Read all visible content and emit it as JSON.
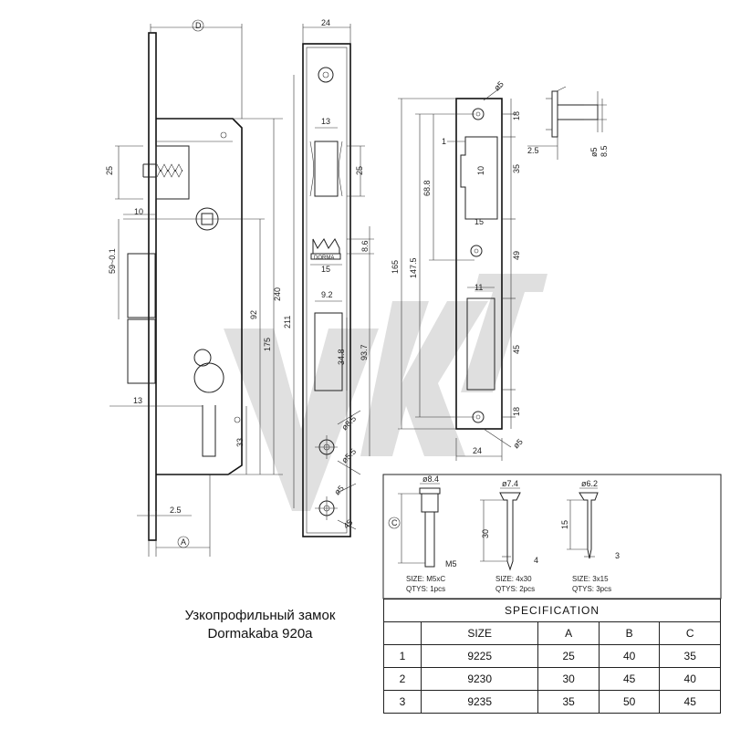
{
  "caption": {
    "line1": "Узкопрофильный замок",
    "line2": "Dormakaba 920a"
  },
  "watermark": "VKT",
  "dimensions": {
    "face_width": "24",
    "width_d": "D",
    "a_label": "A",
    "d25": "25",
    "d10": "10",
    "d13": "13",
    "d59": "59~0.1",
    "d92": "92",
    "d33": "33",
    "d175": "175",
    "d240": "240",
    "d211": "211",
    "d2_5": "2.5",
    "d13b": "13",
    "d25b": "25",
    "d8_6": "8.6",
    "d15": "15",
    "d9_2": "9.2",
    "d34_8": "34.8",
    "d93_7": "93.7",
    "d8_5": "ø8.5",
    "d5_5": "ø5.5",
    "d5": "ø5",
    "d45": "45",
    "d165": "165",
    "d147_5": "147.5",
    "d68_8": "68.8",
    "d1": "1",
    "d10b": "10",
    "d15b": "15",
    "d11": "11",
    "d18": "18",
    "d35": "35",
    "d49": "49",
    "d45b": "45",
    "d18b": "18",
    "d24b": "24",
    "d5b": "ø5",
    "d5c": "ø5",
    "d2_5b": "2.5",
    "d5_side": "ø5",
    "d8_5_side": "8.5",
    "brand": "DORMA"
  },
  "screws": [
    {
      "diameter": "ø8.4",
      "len": "M5",
      "size": "SIZE: M5xC",
      "qty": "QTYS: 1pcs",
      "marker": "C"
    },
    {
      "diameter": "ø7.4",
      "len": "30",
      "tip": "4",
      "size": "SIZE: 4x30",
      "qty": "QTYS: 2pcs"
    },
    {
      "diameter": "ø6.2",
      "len": "15",
      "tip": "3",
      "size": "SIZE: 3x15",
      "qty": "QTYS: 3pcs"
    }
  ],
  "spec_table": {
    "title": "SPECIFICATION",
    "headers": [
      "",
      "SIZE",
      "A",
      "B",
      "C"
    ],
    "rows": [
      [
        "1",
        "9225",
        "25",
        "40",
        "35"
      ],
      [
        "2",
        "9230",
        "30",
        "45",
        "40"
      ],
      [
        "3",
        "9235",
        "35",
        "50",
        "45"
      ]
    ]
  }
}
